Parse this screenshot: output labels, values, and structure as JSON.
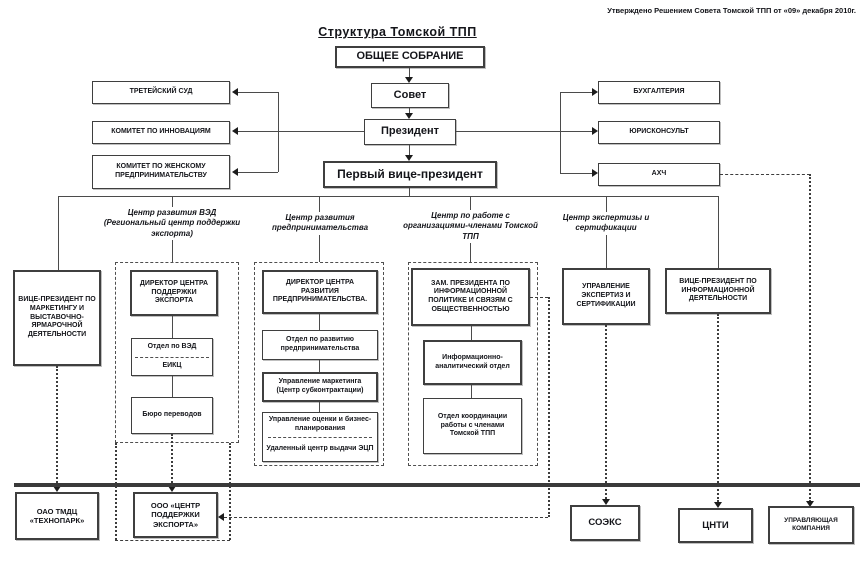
{
  "meta": {
    "approval": "Утверждено Решением Совета Томской ТПП от «09» декабря 2010г.",
    "title": "Структура Томской ТПП"
  },
  "hierarchy": {
    "general_meeting": "ОБЩЕЕ СОБРАНИЕ",
    "council": "Совет",
    "president": "Президент",
    "first_vice_president": "Первый вице-президент"
  },
  "president_left": {
    "arbitration_court": "ТРЕТЕЙСКИЙ СУД",
    "innovation_committee": "КОМИТЕТ ПО ИННОВАЦИЯМ",
    "women_committee": "КОМИТЕТ ПО ЖЕНСКОМУ ПРЕДПРИНИМАТЕЛЬСТВУ"
  },
  "president_right": {
    "accounting": "БУХГАЛТЕРИЯ",
    "legal_counsel": "ЮРИСКОНСУЛЬТ",
    "ahch": "АХЧ"
  },
  "branches": {
    "vp_marketing": "ВИЦЕ-ПРЕЗИДЕНТ ПО МАРКЕТИНГУ И ВЫСТАВОЧНО-ЯРМАРОЧНОЙ ДЕЯТЕЛЬНОСТИ",
    "ved_center": {
      "heading": "Центр развития ВЭД (Региональный центр поддержки экспорта)",
      "director": "ДИРЕКТОР ЦЕНТРА ПОДДЕРЖКИ ЭКСПОРТА",
      "ved_dept": "Отдел по ВЭД",
      "eikc": "ЕИКЦ",
      "translation_bureau": "Бюро переводов"
    },
    "entrepreneurship_center": {
      "heading": "Центр развития предпринимательства",
      "director": "ДИРЕКТОР ЦЕНТРА РАЗВИТИЯ ПРЕДПРИНИМАТЕЛЬСТВА.",
      "development_dept": "Отдел по развитию предпринимательства",
      "marketing_dept": "Управление маркетинга (Центр субконтрактации)",
      "valuation_dept": "Управление оценки и бизнес-планирования",
      "digital_signature_center": "Удаленный центр выдачи ЭЦП"
    },
    "members_center": {
      "heading": "Центр по работе с организациями-членами Томской ТПП",
      "deputy_president": "ЗАМ. ПРЕЗИДЕНТА ПО ИНФОРМАЦИОННОЙ ПОЛИТИКЕ И СВЯЗЯМ С ОБЩЕСТВЕННОСТЬЮ",
      "analytics_dept": "Информационно-аналитический отдел",
      "coordination_dept": "Отдел координации работы с членами Томской ТПП"
    },
    "expertise_center": {
      "heading": "Центр экспертизы и сертификации",
      "expertise_dept": "УПРАВЛЕНИЕ ЭКСПЕРТИЗ И СЕРТИФИКАЦИИ"
    },
    "vp_information": "ВИЦЕ-ПРЕЗИДЕНТ ПО ИНФОРМАЦИОННОЙ ДЕЯТЕЛЬНОСТИ"
  },
  "subsidiaries": {
    "technopark": "ОАО ТМДЦ «ТЕХНОПАРК»",
    "export_support_center": "ООО «ЦЕНТР ПОДДЕРЖКИ ЭКСПОРТА»",
    "soeks": "СОЭКС",
    "cnti": "ЦНТИ",
    "management_company": "УПРАВЛЯЮЩАЯ КОМПАНИЯ"
  },
  "colors": {
    "line": "#4b4b4b",
    "border": "#3f3f3f",
    "text": "#14151a",
    "background": "#ffffff"
  }
}
